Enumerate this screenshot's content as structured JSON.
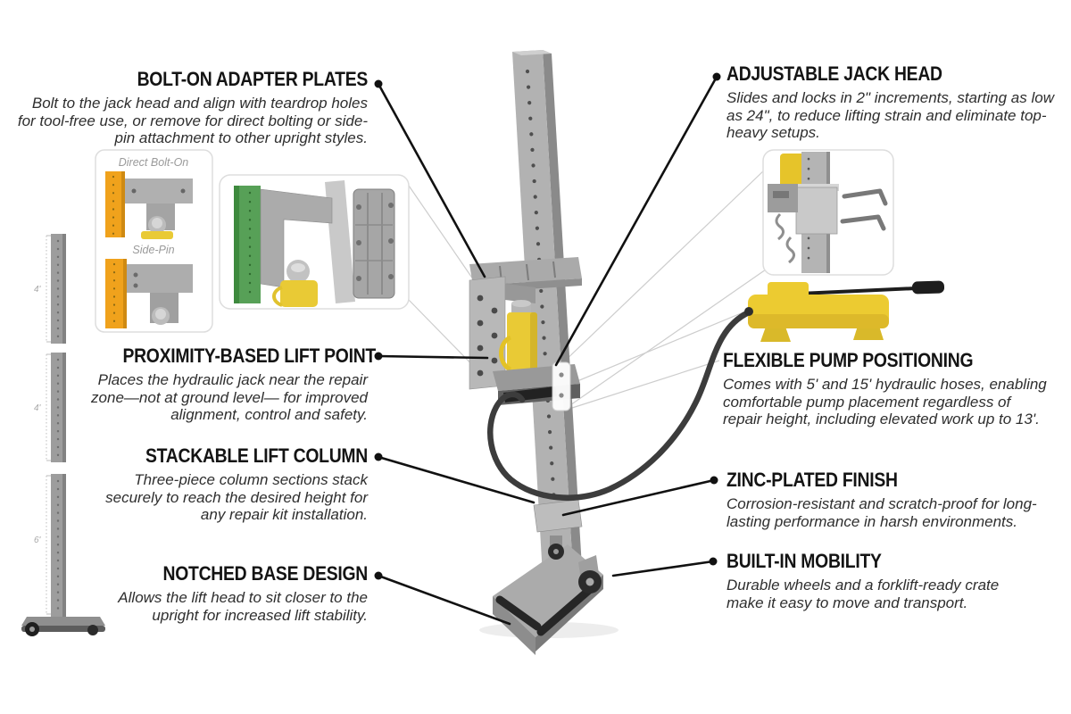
{
  "callouts": {
    "left": [
      {
        "title": "BOLT-ON ADAPTER PLATES",
        "description": "Bolt to the jack head and align with teardrop holes for tool-free use, or remove for direct bolting or side-pin attachment to other upright styles."
      },
      {
        "title": "PROXIMITY-BASED LIFT POINT",
        "description": "Places the hydraulic jack near the repair zone—not at ground level— for improved alignment, control and safety."
      },
      {
        "title": "STACKABLE LIFT COLUMN",
        "description": "Three-piece column sections stack securely to reach the desired height for any repair kit installation."
      },
      {
        "title": "NOTCHED BASE DESIGN",
        "description": "Allows the lift head to sit closer to the upright for increased lift stability."
      }
    ],
    "right": [
      {
        "title": "ADJUSTABLE JACK HEAD",
        "description": "Slides and locks in 2\" increments, starting as low as 24\", to reduce lifting strain and eliminate top-heavy setups."
      },
      {
        "title": "FLEXIBLE PUMP POSITIONING",
        "description": "Comes with 5' and 15' hydraulic hoses, enabling comfortable pump placement regardless of repair height, including elevated work up to 13'."
      },
      {
        "title": "ZINC-PLATED FINISH",
        "description": "Corrosion-resistant and scratch-proof for long-lasting performance in harsh environments."
      },
      {
        "title": "BUILT-IN MOBILITY",
        "description": "Durable wheels and a forklift-ready crate make it easy to move and transport."
      }
    ]
  },
  "insets": {
    "adapter_styles": {
      "labels": [
        "Direct Bolt-On",
        "Side-Pin"
      ]
    }
  },
  "measurements": {
    "sections": [
      {
        "label": "4'"
      },
      {
        "label": "4'"
      },
      {
        "label": "6'"
      }
    ]
  },
  "colors": {
    "jack_yellow": "#e9ca35",
    "pump_yellow": "#eccb31",
    "metal_gray": "#b2b2b2",
    "upright_orange": "#f0a21c",
    "upright_green": "#57a057",
    "leader_black": "#111111",
    "hose_dark": "#3c3c3c"
  }
}
